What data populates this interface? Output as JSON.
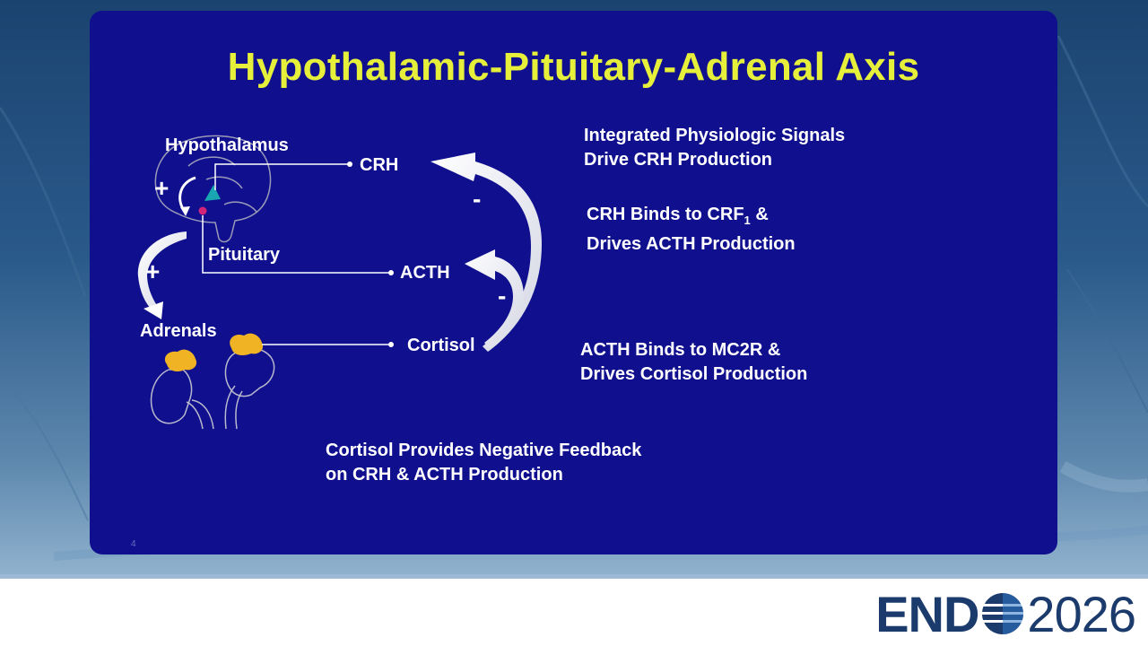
{
  "slide": {
    "title": "Hypothalamic-Pituitary-Adrenal Axis",
    "page_number": "4"
  },
  "diagram": {
    "labels": {
      "hypothalamus": "Hypothalamus",
      "pituitary": "Pituitary",
      "adrenals": "Adrenals",
      "crh": "CRH",
      "acth": "ACTH",
      "cortisol": "Cortisol"
    },
    "signs": {
      "plus_hypothalamus": "+",
      "plus_adrenals": "+",
      "minus_crh": "-",
      "minus_acth": "-"
    },
    "colors": {
      "hypothalamus_marker": "#1aa6b0",
      "pituitary_marker": "#d0237a",
      "adrenal_gland": "#f0b323"
    }
  },
  "descriptions": {
    "signals": [
      "Integrated Physiologic Signals",
      "Drive CRH Production"
    ],
    "crh_binds_prefix": "CRH Binds to CRF",
    "crh_binds_subscript": "1",
    "crh_binds_suffix": " &",
    "crh_binds_line2": "Drives ACTH Production",
    "acth_binds": [
      "ACTH Binds to MC2R &",
      "Drives Cortisol Production"
    ],
    "cortisol_feedback": [
      "Cortisol Provides Negative Feedback",
      "on CRH & ACTH Production"
    ]
  },
  "branding": {
    "logo_text": "END",
    "logo_year": "2026"
  }
}
